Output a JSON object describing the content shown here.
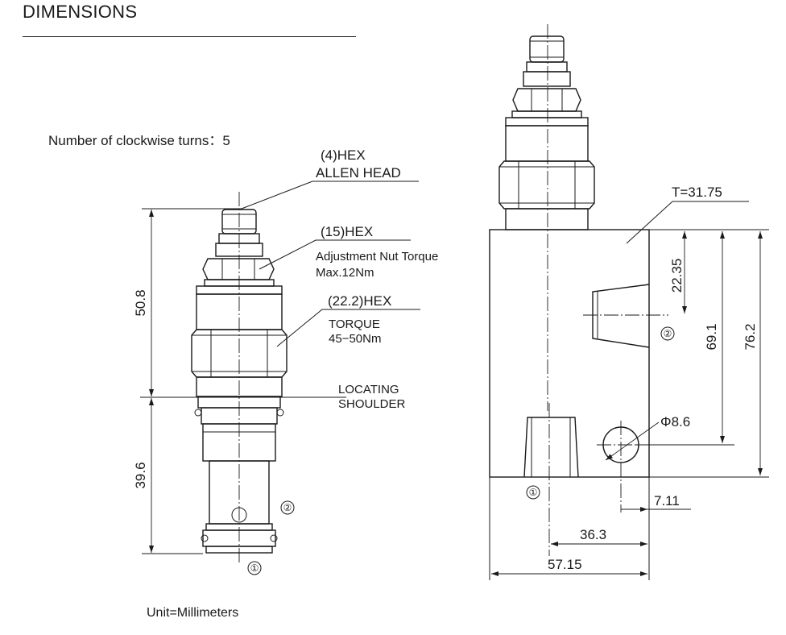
{
  "header": {
    "title": "DIMENSIONS"
  },
  "turns_note": "Number of clockwise turns：5",
  "unit_note": "Unit=Millimeters",
  "cartridge": {
    "callout_hex4_line1": "(4)HEX",
    "callout_hex4_line2": "ALLEN HEAD",
    "callout_hex15": "(15)HEX",
    "callout_adj_line1": "Adjustment Nut Torque",
    "callout_adj_line2": "Max.12Nm",
    "callout_hex22": "(22.2)HEX",
    "callout_torque_line1": "TORQUE",
    "callout_torque_line2": "45−50Nm",
    "callout_shoulder_line1": "LOCATING",
    "callout_shoulder_line2": "SHOULDER",
    "dim_upper": "50.8",
    "dim_lower": "39.6",
    "port_2": "②",
    "port_1": "①"
  },
  "body_view": {
    "thickness": "T=31.75",
    "dim_port2_depth": "22.35",
    "dim_hole_height": "69.1",
    "dim_body_height": "76.2",
    "hole_diameter": "Φ8.6",
    "dim_hole_offset": "7.11",
    "dim_port1_offset": "36.3",
    "dim_body_width": "57.15",
    "port_2": "②",
    "port_1": "①"
  }
}
